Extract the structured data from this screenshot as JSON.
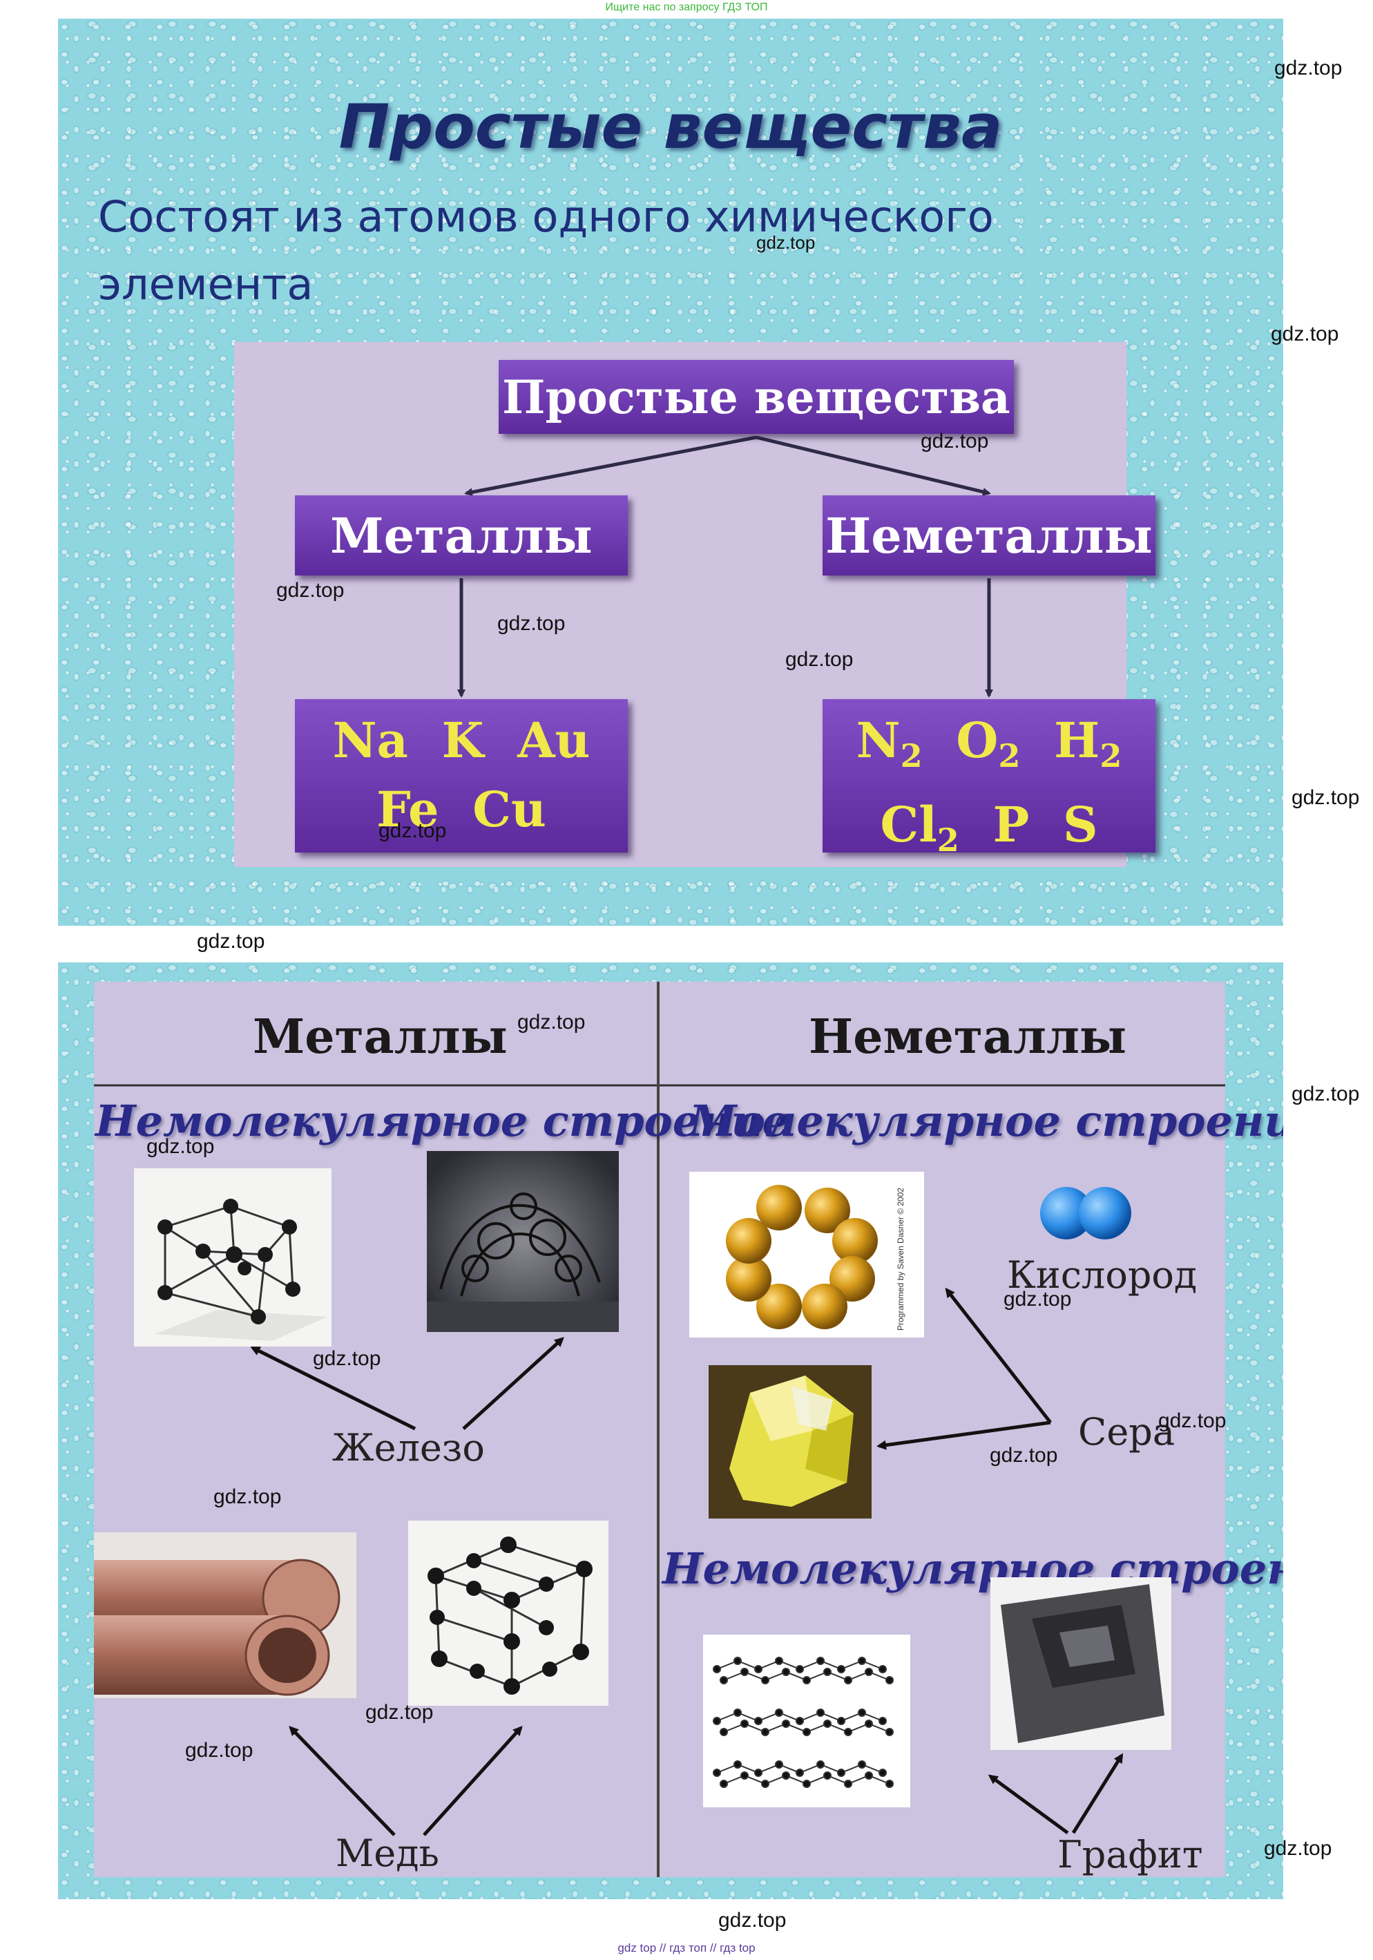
{
  "top_note": "Ищите нас по запросу ГДЗ ТОП",
  "watermark": "gdz.top",
  "footer": "gdz top  //  гдз топ  //  гдз top",
  "slide1": {
    "title": "Простые вещества",
    "subtitle": "Состоят из атомов одного химического элемента",
    "diagram": {
      "root": "Простые вещества",
      "left": "Металлы",
      "right": "Неметаллы",
      "left_examples_line1": "Na  K  Au",
      "left_examples_line2": "Fe  Cu",
      "right_examples": {
        "n": "N",
        "n_sub": "2",
        "o": "O",
        "o_sub": "2",
        "h": "H",
        "h_sub": "2",
        "cl": "Cl",
        "cl_sub": "2",
        "p": "P",
        "s": "S"
      }
    }
  },
  "slide2": {
    "left_header": "Металлы",
    "right_header": "Неметаллы",
    "left_section": "Немолекулярное строение",
    "right_section_top": "Молекулярное строение",
    "right_section_bottom": "Немолекулярное строение",
    "labels": {
      "iron": "Железо",
      "copper": "Медь",
      "oxygen": "Кислород",
      "sulfur": "Сера",
      "graphite": "Графит"
    },
    "photo_caption": "Programmed by Saven Dasner © 2002"
  },
  "colors": {
    "slide_bg": "#8fd6e0",
    "panel_bg": "#cfc3df",
    "box_purple": "#6b36ad",
    "box_yellow_text": "#f3e84a",
    "title_blue": "#1a2a6c"
  }
}
